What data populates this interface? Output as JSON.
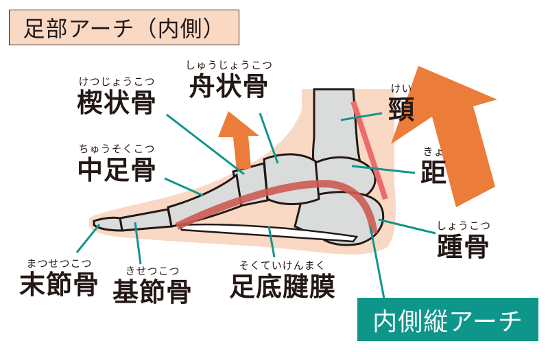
{
  "title": "足部アーチ（内側）",
  "colors": {
    "skin": "#f9d8c4",
    "bone": "#dadcdc",
    "outline": "#231815",
    "leader": "#0f968b",
    "arch_band": "#cc5a52",
    "tendon_bar": "#ec6c6c",
    "arrow": "#ec7c3a",
    "badge_bg": "#0f968b"
  },
  "labels": {
    "cuneiform": {
      "ruby": "けつじょうこつ",
      "main": "楔状骨"
    },
    "navicular": {
      "ruby": "しゅうじょうこつ",
      "main": "舟状骨"
    },
    "metatarsal": {
      "ruby": "ちゅうそくこつ",
      "main": "中足骨"
    },
    "distal_phalanx": {
      "ruby": "まつせつこつ",
      "main": "末節骨"
    },
    "proximal_phalanx": {
      "ruby": "きせつこつ",
      "main": "基節骨"
    },
    "plantar_fascia": {
      "ruby": "そくていけんまく",
      "main": "足底腱膜"
    },
    "calcaneus": {
      "ruby": "しょうこつ",
      "main": "踵骨"
    },
    "tibia_partial": {
      "ruby": "けい",
      "main": "頸"
    },
    "talus_partial": {
      "ruby": "きょ",
      "main": "距"
    }
  },
  "badge": {
    "label": "内側縦アーチ"
  },
  "icons": {
    "large_arrow": "arrow-up-icon",
    "small_arrow": "arrow-up-icon"
  }
}
